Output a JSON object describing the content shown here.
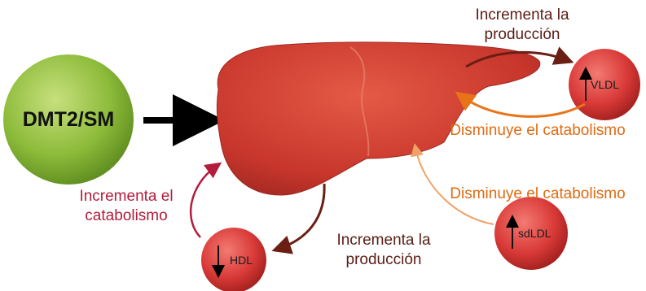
{
  "source_circle": {
    "label": "DMT2/SM",
    "color": "#8dbb3a"
  },
  "liver": {
    "color": "#c8362c"
  },
  "vldl": {
    "label": "VLDL",
    "direction": "up",
    "top_label_1": "Incrementa la",
    "top_label_2": "producción",
    "bottom_label": "Disminuye el catabolismo"
  },
  "sdldl": {
    "label": "sdLDL",
    "direction": "up",
    "side_label": "Disminuye el catabolismo"
  },
  "hdl": {
    "label": "HDL",
    "direction": "down",
    "left_label_1": "Incrementa el",
    "left_label_2": "catabolismo",
    "right_label_1": "Incrementa la",
    "right_label_2": "producción"
  },
  "colors": {
    "arrow_dark": "#6b1e14",
    "arrow_orange": "#e8741a",
    "arrow_light_orange": "#f0a266",
    "arrow_crimson": "#b31c3c",
    "red_circle": "#d93a38"
  }
}
